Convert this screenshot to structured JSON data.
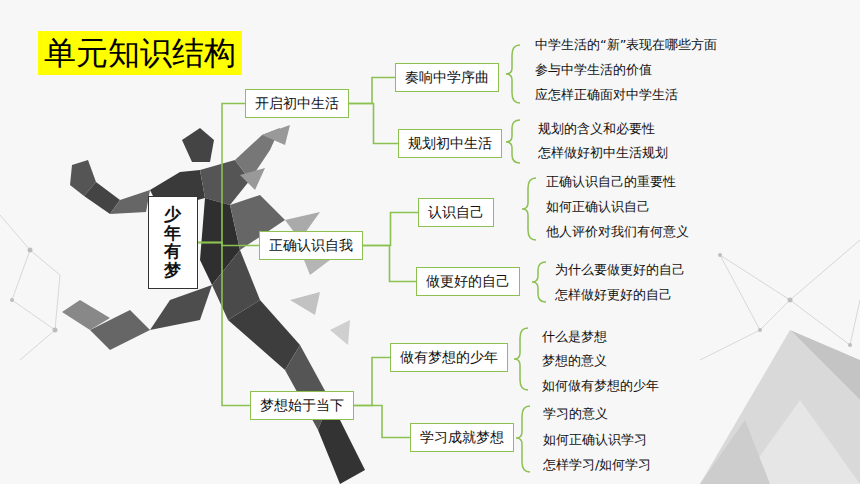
{
  "diagram": {
    "title": "单元知识结构",
    "nodes": [
      {
        "text": [
          "少年有梦"
        ]
      },
      {
        "text": [
          "开启初中生活"
        ]
      },
      {
        "text": [
          "奏响中学序曲"
        ]
      },
      {
        "text": [
          "规划初中生活"
        ]
      },
      {
        "text": [
          "正确认识自我"
        ]
      },
      {
        "text": [
          "认识自己"
        ]
      },
      {
        "text": [
          "做更好的自己"
        ]
      },
      {
        "text": [
          "梦想始于当下"
        ]
      },
      {
        "text": [
          "做有梦想的少年"
        ]
      },
      {
        "text": [
          "学习成就梦想"
        ]
      }
    ],
    "edges": [
      {
        "from": 0,
        "to": 1,
        "arrow": "none"
      },
      {
        "from": 0,
        "to": 4,
        "arrow": "none"
      },
      {
        "from": 0,
        "to": 7,
        "arrow": "none"
      },
      {
        "from": 1,
        "to": 2,
        "arrow": "none"
      },
      {
        "from": 1,
        "to": 3,
        "arrow": "none"
      },
      {
        "from": 4,
        "to": 5,
        "arrow": "none"
      },
      {
        "from": 4,
        "to": 6,
        "arrow": "none"
      },
      {
        "from": 7,
        "to": 8,
        "arrow": "none"
      },
      {
        "from": 7,
        "to": 9,
        "arrow": "none"
      }
    ],
    "labels": [
      "中学生活的“新”表现在哪些方面",
      "参与中学生活的价值",
      "应怎样正确面对中学生活",
      "规划的含义和必要性",
      "怎样做好初中生活规划",
      "正确认识自己的重要性",
      "如何正确认识自己",
      "他人评价对我们有何意义",
      "为什么要做更好的自己",
      "怎样做好更好的自己",
      "什么是梦想",
      "梦想的意义",
      "如何做有梦想的少年",
      "学习的意义",
      "如何正确认识学习",
      "怎样学习/如何学习"
    ]
  }
}
